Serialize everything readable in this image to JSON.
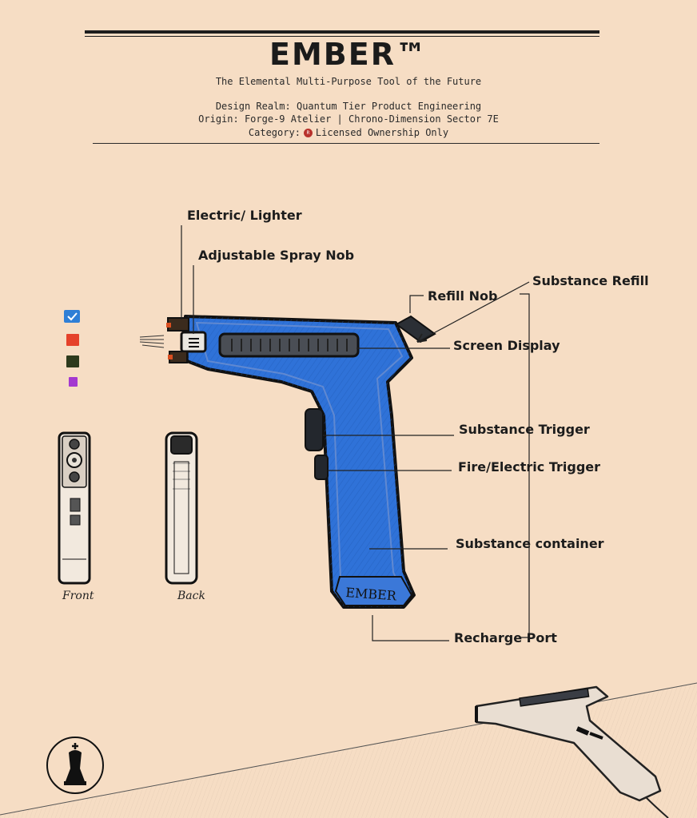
{
  "header": {
    "title": "EMBER™",
    "subtitle": "The Elemental Multi-Purpose Tool of the Future",
    "meta_line1": "Design Realm: Quantum Tier Product Engineering",
    "meta_line2": "Origin: Forge-9 Atelier | Chrono-Dimension Sector 7E",
    "meta_prefix": "Category:",
    "meta_badge": "R",
    "meta_suffix": "Licensed Ownership Only"
  },
  "callouts": {
    "electric_lighter": "Electric/ Lighter",
    "spray_nob": "Adjustable Spray Nob",
    "refill_nob": "Refill Nob",
    "substance_refill": "Substance Refill",
    "screen_display": "Screen Display",
    "substance_trigger": "Substance Trigger",
    "fire_trigger": "Fire/Electric Trigger",
    "substance_container": "Substance container",
    "recharge_port": "Recharge Port"
  },
  "device": {
    "brand_text": "EMBER"
  },
  "views": {
    "front": "Front",
    "back": "Back"
  },
  "color_swatches": [
    "#2f7fd6",
    "#e5412a",
    "#2d3a1c",
    "#a438d0"
  ],
  "colors": {
    "device_body": "#2f72d8",
    "paper": "#f6ddc4",
    "ink": "#1b1b1b"
  },
  "icons": {
    "emblem": "chess-king-icon"
  }
}
